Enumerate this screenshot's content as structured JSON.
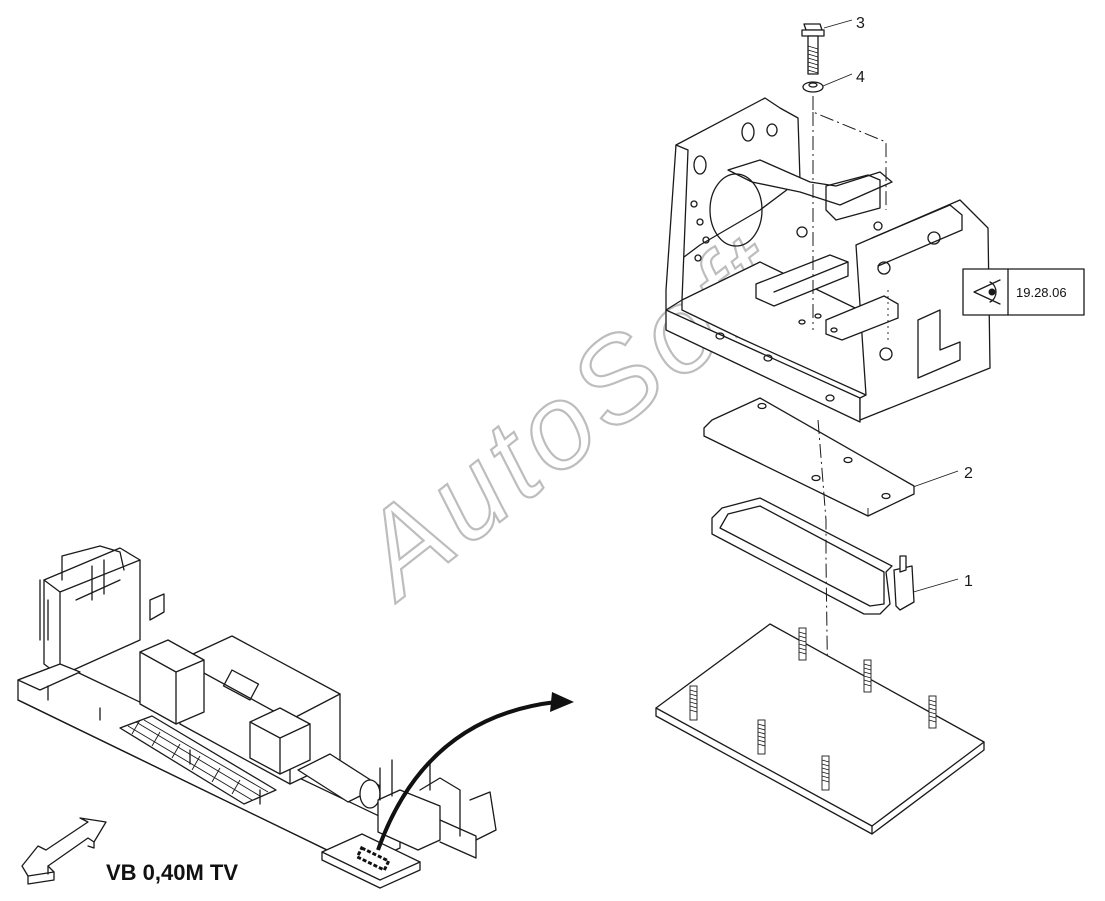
{
  "callouts": [
    {
      "id": "1",
      "label": "1"
    },
    {
      "id": "2",
      "label": "2"
    },
    {
      "id": "3",
      "label": "3"
    },
    {
      "id": "4",
      "label": "4"
    }
  ],
  "reference": {
    "code": "19.28.06",
    "icon": "eye-icon"
  },
  "model_label": "VB 0,40M TV",
  "watermark": "AutoSoft",
  "direction_icon": "arrow-outline-icon"
}
